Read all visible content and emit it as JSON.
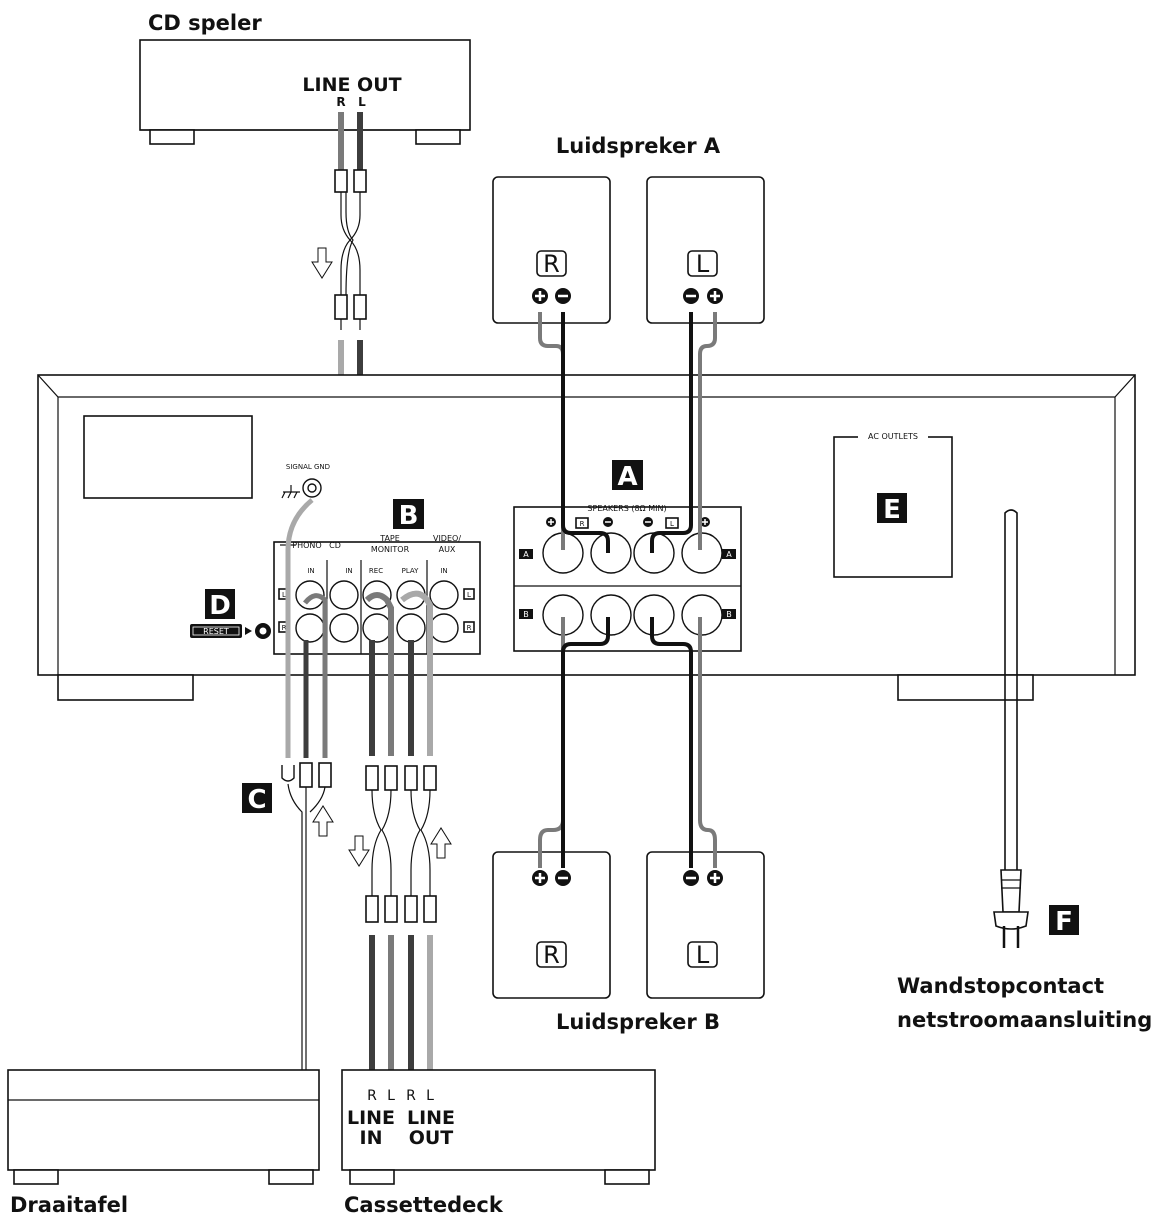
{
  "labels": {
    "cd_player": "CD speler",
    "line_out": "LINE OUT",
    "cd_r": "R",
    "cd_l": "L",
    "speaker_a": "Luidspreker A",
    "speaker_b": "Luidspreker B",
    "turntable": "Draaitafel",
    "cassette": "Cassettedeck",
    "wall_outlet_1": "Wandstopcontact",
    "wall_outlet_2": "netstroomaansluiting",
    "cass_line": "LINE",
    "cass_in": "IN",
    "cass_out": "OUT",
    "cass_r1": "R",
    "cass_l1": "L",
    "cass_r2": "R",
    "cass_l2": "L"
  },
  "panel": {
    "signal_gnd": "SIGNAL GND",
    "phono": "PHONO",
    "cd": "CD",
    "tape": "TAPE",
    "monitor": "MONITOR",
    "video": "VIDEO/",
    "aux": "AUX",
    "in1": "IN",
    "in2": "IN",
    "in3": "IN",
    "rec": "REC",
    "play": "PLAY",
    "ch_l": "L",
    "ch_r": "R",
    "reset": "RESET",
    "speakers": "SPEAKERS (8Ω MIN)",
    "ac_outlets": "AC OUTLETS",
    "row_a": "A",
    "row_b": "B",
    "term_r": "R",
    "term_l": "L"
  },
  "speakers": {
    "a_r": "R",
    "a_l": "L",
    "b_r": "R",
    "b_l": "L"
  },
  "badges": {
    "a": "A",
    "b": "B",
    "c": "C",
    "d": "D",
    "e": "E",
    "f": "F"
  },
  "colors": {
    "cable_dark": "#3d3d3d",
    "cable_mid": "#7a7a7a",
    "cable_light": "#a9a9a9",
    "ink": "#111111"
  }
}
